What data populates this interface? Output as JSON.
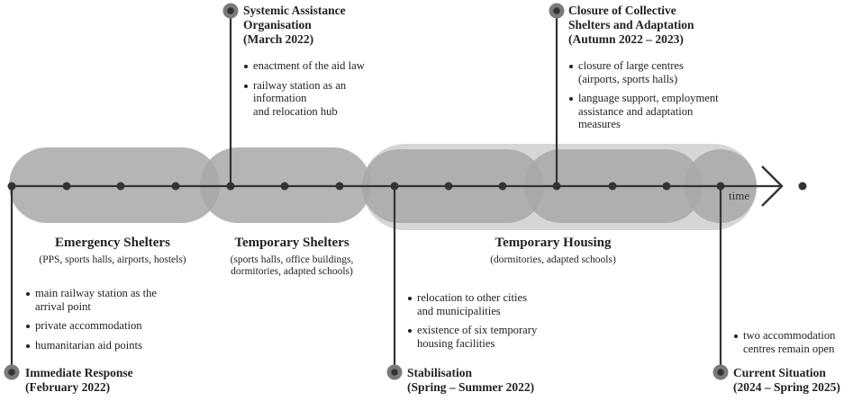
{
  "colors": {
    "band_fill": "#a8a8a8",
    "band_back": "#d6d6d6",
    "line": "#333333",
    "marker_ring": "#7a7a7a",
    "marker_core": "#333333",
    "text": "#222222"
  },
  "axis": {
    "label": "time"
  },
  "phases": [
    {
      "title": "Emergency Shelters",
      "subtitle": [
        "(PPS, sports halls, airports, hostels)"
      ]
    },
    {
      "title": "Temporary Shelters",
      "subtitle": [
        "(sports halls, office buildings,",
        "dormitories, adapted schools)"
      ]
    },
    {
      "title": "Temporary Housing",
      "subtitle": [
        "(dormitories, adapted schools)"
      ]
    }
  ],
  "milestones": [
    {
      "title": [
        "Systemic Assistance",
        "Organisation",
        "(March 2022)"
      ],
      "bullets": [
        [
          "enactment of the aid law"
        ],
        [
          "railway station as an",
          "information",
          "and relocation hub"
        ]
      ]
    },
    {
      "title": [
        "Closure of Collective",
        "Shelters and Adaptation",
        "(Autumn 2022 – 2023)"
      ],
      "bullets": [
        [
          "closure of large centres",
          "(airports, sports halls)"
        ],
        [
          "language support, employment",
          "assistance and adaptation",
          "measures"
        ]
      ]
    },
    {
      "title": [
        "Immediate Response",
        "(February 2022)"
      ],
      "bullets": [
        [
          "main railway station as the",
          "arrival point"
        ],
        [
          "private accommodation"
        ],
        [
          "humanitarian aid points"
        ]
      ]
    },
    {
      "title": [
        "Stabilisation",
        "(Spring – Summer 2022)"
      ],
      "bullets": [
        [
          "relocation to other cities",
          "and municipalities"
        ],
        [
          "existence of six temporary",
          "housing facilities"
        ]
      ]
    },
    {
      "title": [
        "Current Situation",
        "(2024 – Spring 2025)"
      ],
      "bullets": [
        [
          "two accommodation",
          "centres remain open"
        ]
      ]
    }
  ]
}
